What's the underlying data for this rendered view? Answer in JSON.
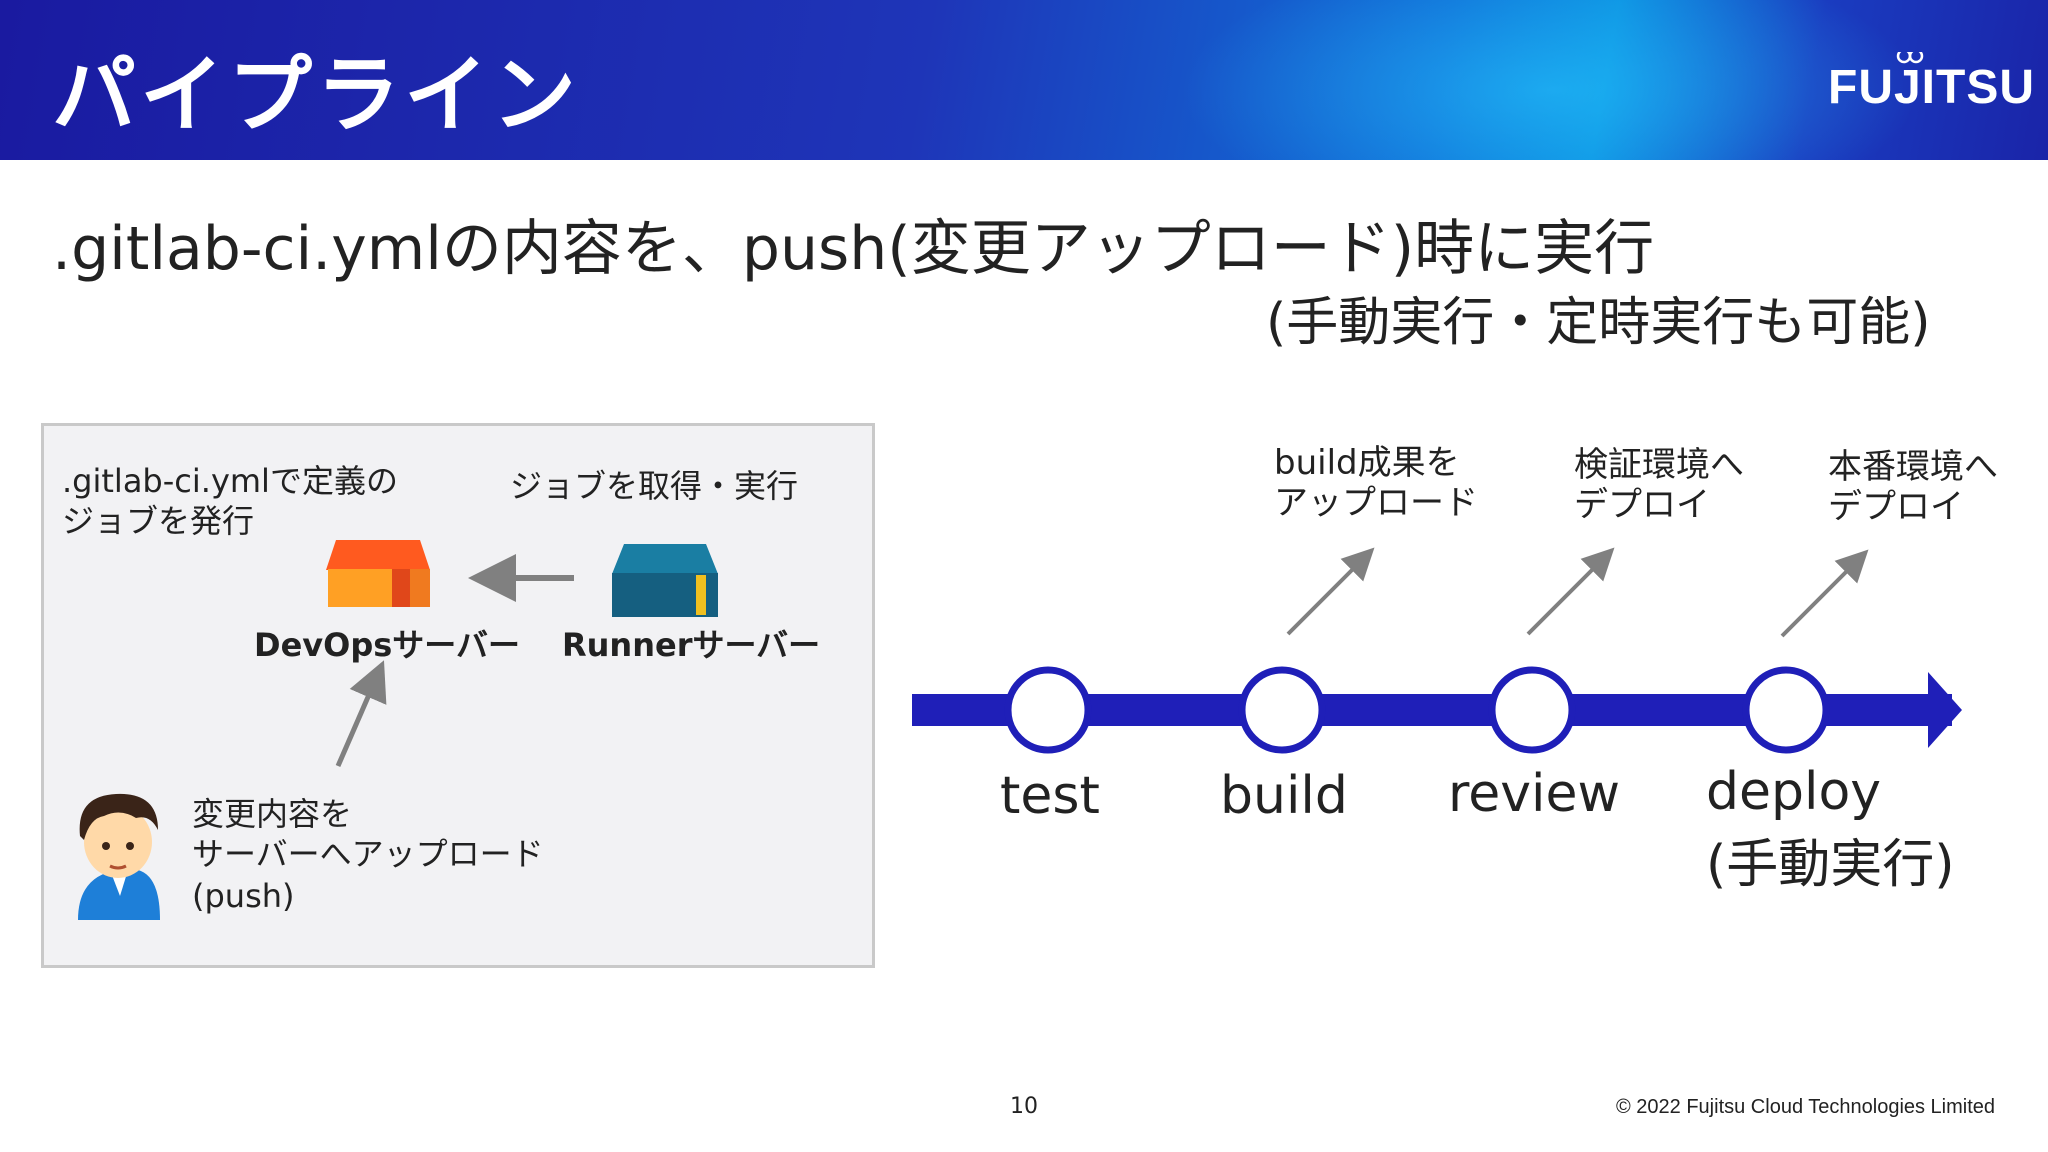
{
  "slide": {
    "title": "パイプライン",
    "logo": "FUJITSU",
    "subtitle": ".gitlab-ci.ymlの内容を、push(変更アップロード)時に実行",
    "subnote": "(手動実行・定時実行も可能)",
    "page_number": "10",
    "copyright": "© 2022 Fujitsu Cloud Technologies Limited"
  },
  "panel": {
    "issue_line1": ".gitlab-ci.ymlで定義の",
    "issue_line2": "ジョブを発行",
    "fetch_label": "ジョブを取得・実行",
    "devops_label": "DevOpsサーバー",
    "runner_label": "Runnerサーバー",
    "push_line1": "変更内容を",
    "push_line2": "サーバーへアップロード",
    "push_line3": "(push)",
    "devops_icon": "server-orange-icon",
    "runner_icon": "server-blue-icon",
    "user_icon": "person-icon"
  },
  "pipeline": {
    "stages": [
      {
        "label": "test"
      },
      {
        "label": "build"
      },
      {
        "label": "review"
      },
      {
        "label": "deploy",
        "note": "(手動実行)"
      }
    ],
    "annotations": [
      {
        "line1": "build成果を",
        "line2": "アップロード"
      },
      {
        "line1": "検証環境へ",
        "line2": "デプロイ"
      },
      {
        "line1": "本番環境へ",
        "line2": "デプロイ"
      }
    ],
    "line_color": "#1f1fb8"
  },
  "colors": {
    "header_dark": "#1a1aa0",
    "header_light": "#0b8fe0",
    "arrow_gray": "#808080",
    "devops_orange": "#ff8c1a",
    "runner_teal": "#1a6d8f"
  }
}
